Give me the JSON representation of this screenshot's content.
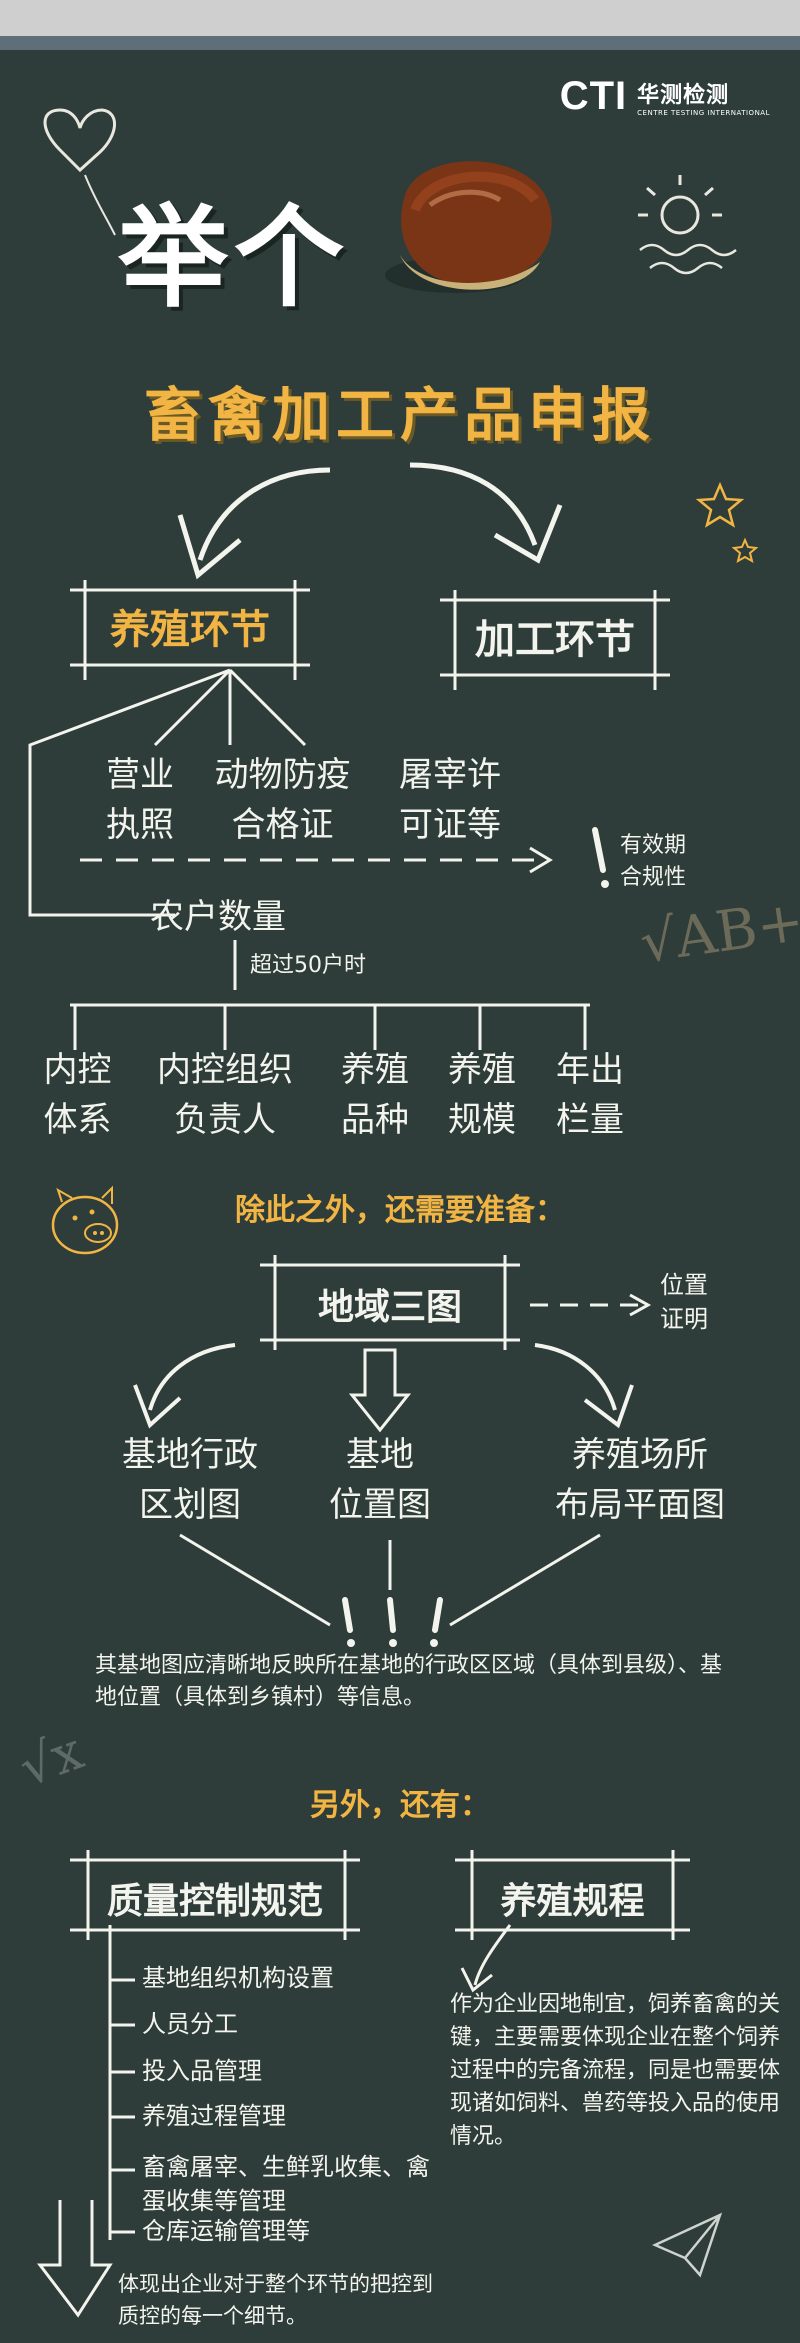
{
  "brand": {
    "mark": "CTI",
    "name_cn": "华测检测",
    "name_en": "CENTRE TESTING INTERNATIONAL"
  },
  "hero": {
    "title": "举个"
  },
  "main_title": "畜禽加工产品申报",
  "branches": {
    "left": "养殖环节",
    "right": "加工环节"
  },
  "licenses": {
    "col1": [
      "营业",
      "执照"
    ],
    "col2": [
      "动物防疫",
      "合格证"
    ],
    "col3": [
      "屠宰许",
      "可证等"
    ],
    "note": [
      "有效期",
      "合规性"
    ]
  },
  "farmers": {
    "label": "农户数量",
    "threshold": "超过50户时"
  },
  "requirements": [
    [
      "内控",
      "体系"
    ],
    [
      "内控组织",
      "负责人"
    ],
    [
      "养殖",
      "品种"
    ],
    [
      "养殖",
      "规模"
    ],
    [
      "年出",
      "栏量"
    ]
  ],
  "section2": {
    "heading": "除此之外，还需要准备："
  },
  "maps": {
    "label": "地域三图",
    "side_note": [
      "位置",
      "证明"
    ],
    "items": [
      [
        "基地行政",
        "区划图"
      ],
      [
        "基地",
        "位置图"
      ],
      [
        "养殖场所",
        "布局平面图"
      ]
    ],
    "note": "其基地图应清晰地反映所在基地的行政区区域（具体到县级）、基地位置（具体到乡镇村）等信息。"
  },
  "section3": {
    "heading": "另外，还有："
  },
  "quality": {
    "label": "质量控制规范",
    "items": [
      "基地组织机构设置",
      "人员分工",
      "投入品管理",
      "养殖过程管理",
      "畜禽屠宰、生鲜乳收集、禽蛋收集等管理",
      "仓库运输管理等"
    ],
    "footer": "体现出企业对于整个环节的把控到质控的每一个细节。"
  },
  "rules": {
    "label": "养殖规程",
    "text": "作为企业因地制宜，饲养畜禽的关键，主要需要体现企业在整个饲养过程中的完备流程，同是也需要体现诸如饲料、兽药等投入品的使用情况。"
  },
  "deco": {
    "formula1": "√AB+",
    "formula2": "√x"
  },
  "colors": {
    "board": "#2e3d39",
    "chalk": "#f4f4ee",
    "accent": "#f2b544"
  }
}
